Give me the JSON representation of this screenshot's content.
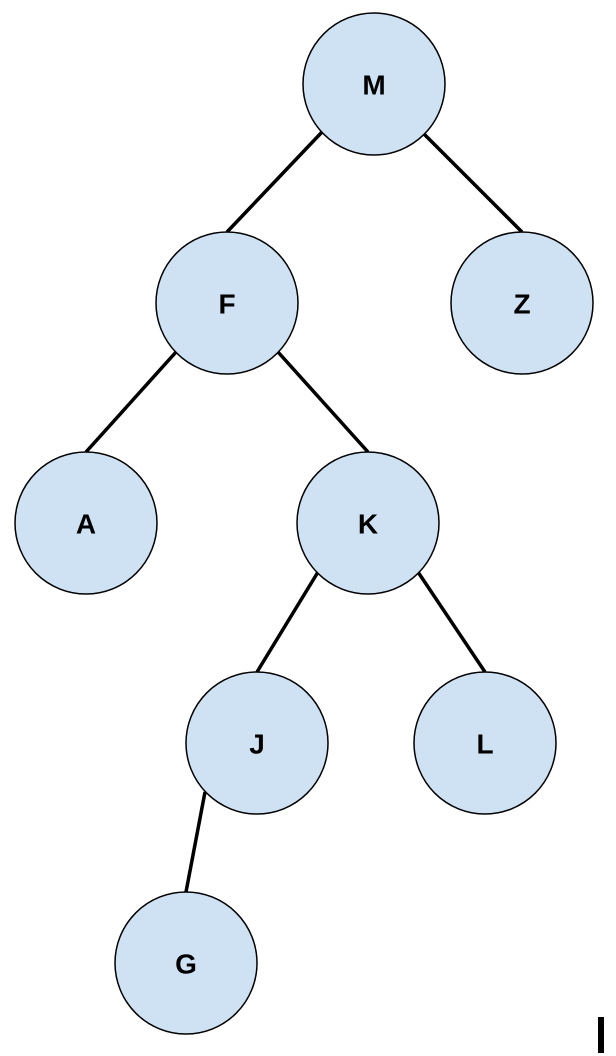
{
  "diagram": {
    "type": "binary-tree",
    "node_fill": "#cfe2f3",
    "node_stroke": "#000000",
    "edge_color": "#000000",
    "nodes": [
      {
        "id": "M",
        "label": "M"
      },
      {
        "id": "F",
        "label": "F"
      },
      {
        "id": "Z",
        "label": "Z"
      },
      {
        "id": "A",
        "label": "A"
      },
      {
        "id": "K",
        "label": "K"
      },
      {
        "id": "J",
        "label": "J"
      },
      {
        "id": "L",
        "label": "L"
      },
      {
        "id": "G",
        "label": "G"
      }
    ],
    "edges": [
      {
        "from": "M",
        "to": "F"
      },
      {
        "from": "M",
        "to": "Z"
      },
      {
        "from": "F",
        "to": "A"
      },
      {
        "from": "F",
        "to": "K"
      },
      {
        "from": "K",
        "to": "J"
      },
      {
        "from": "K",
        "to": "L"
      },
      {
        "from": "J",
        "to": "G"
      }
    ]
  }
}
